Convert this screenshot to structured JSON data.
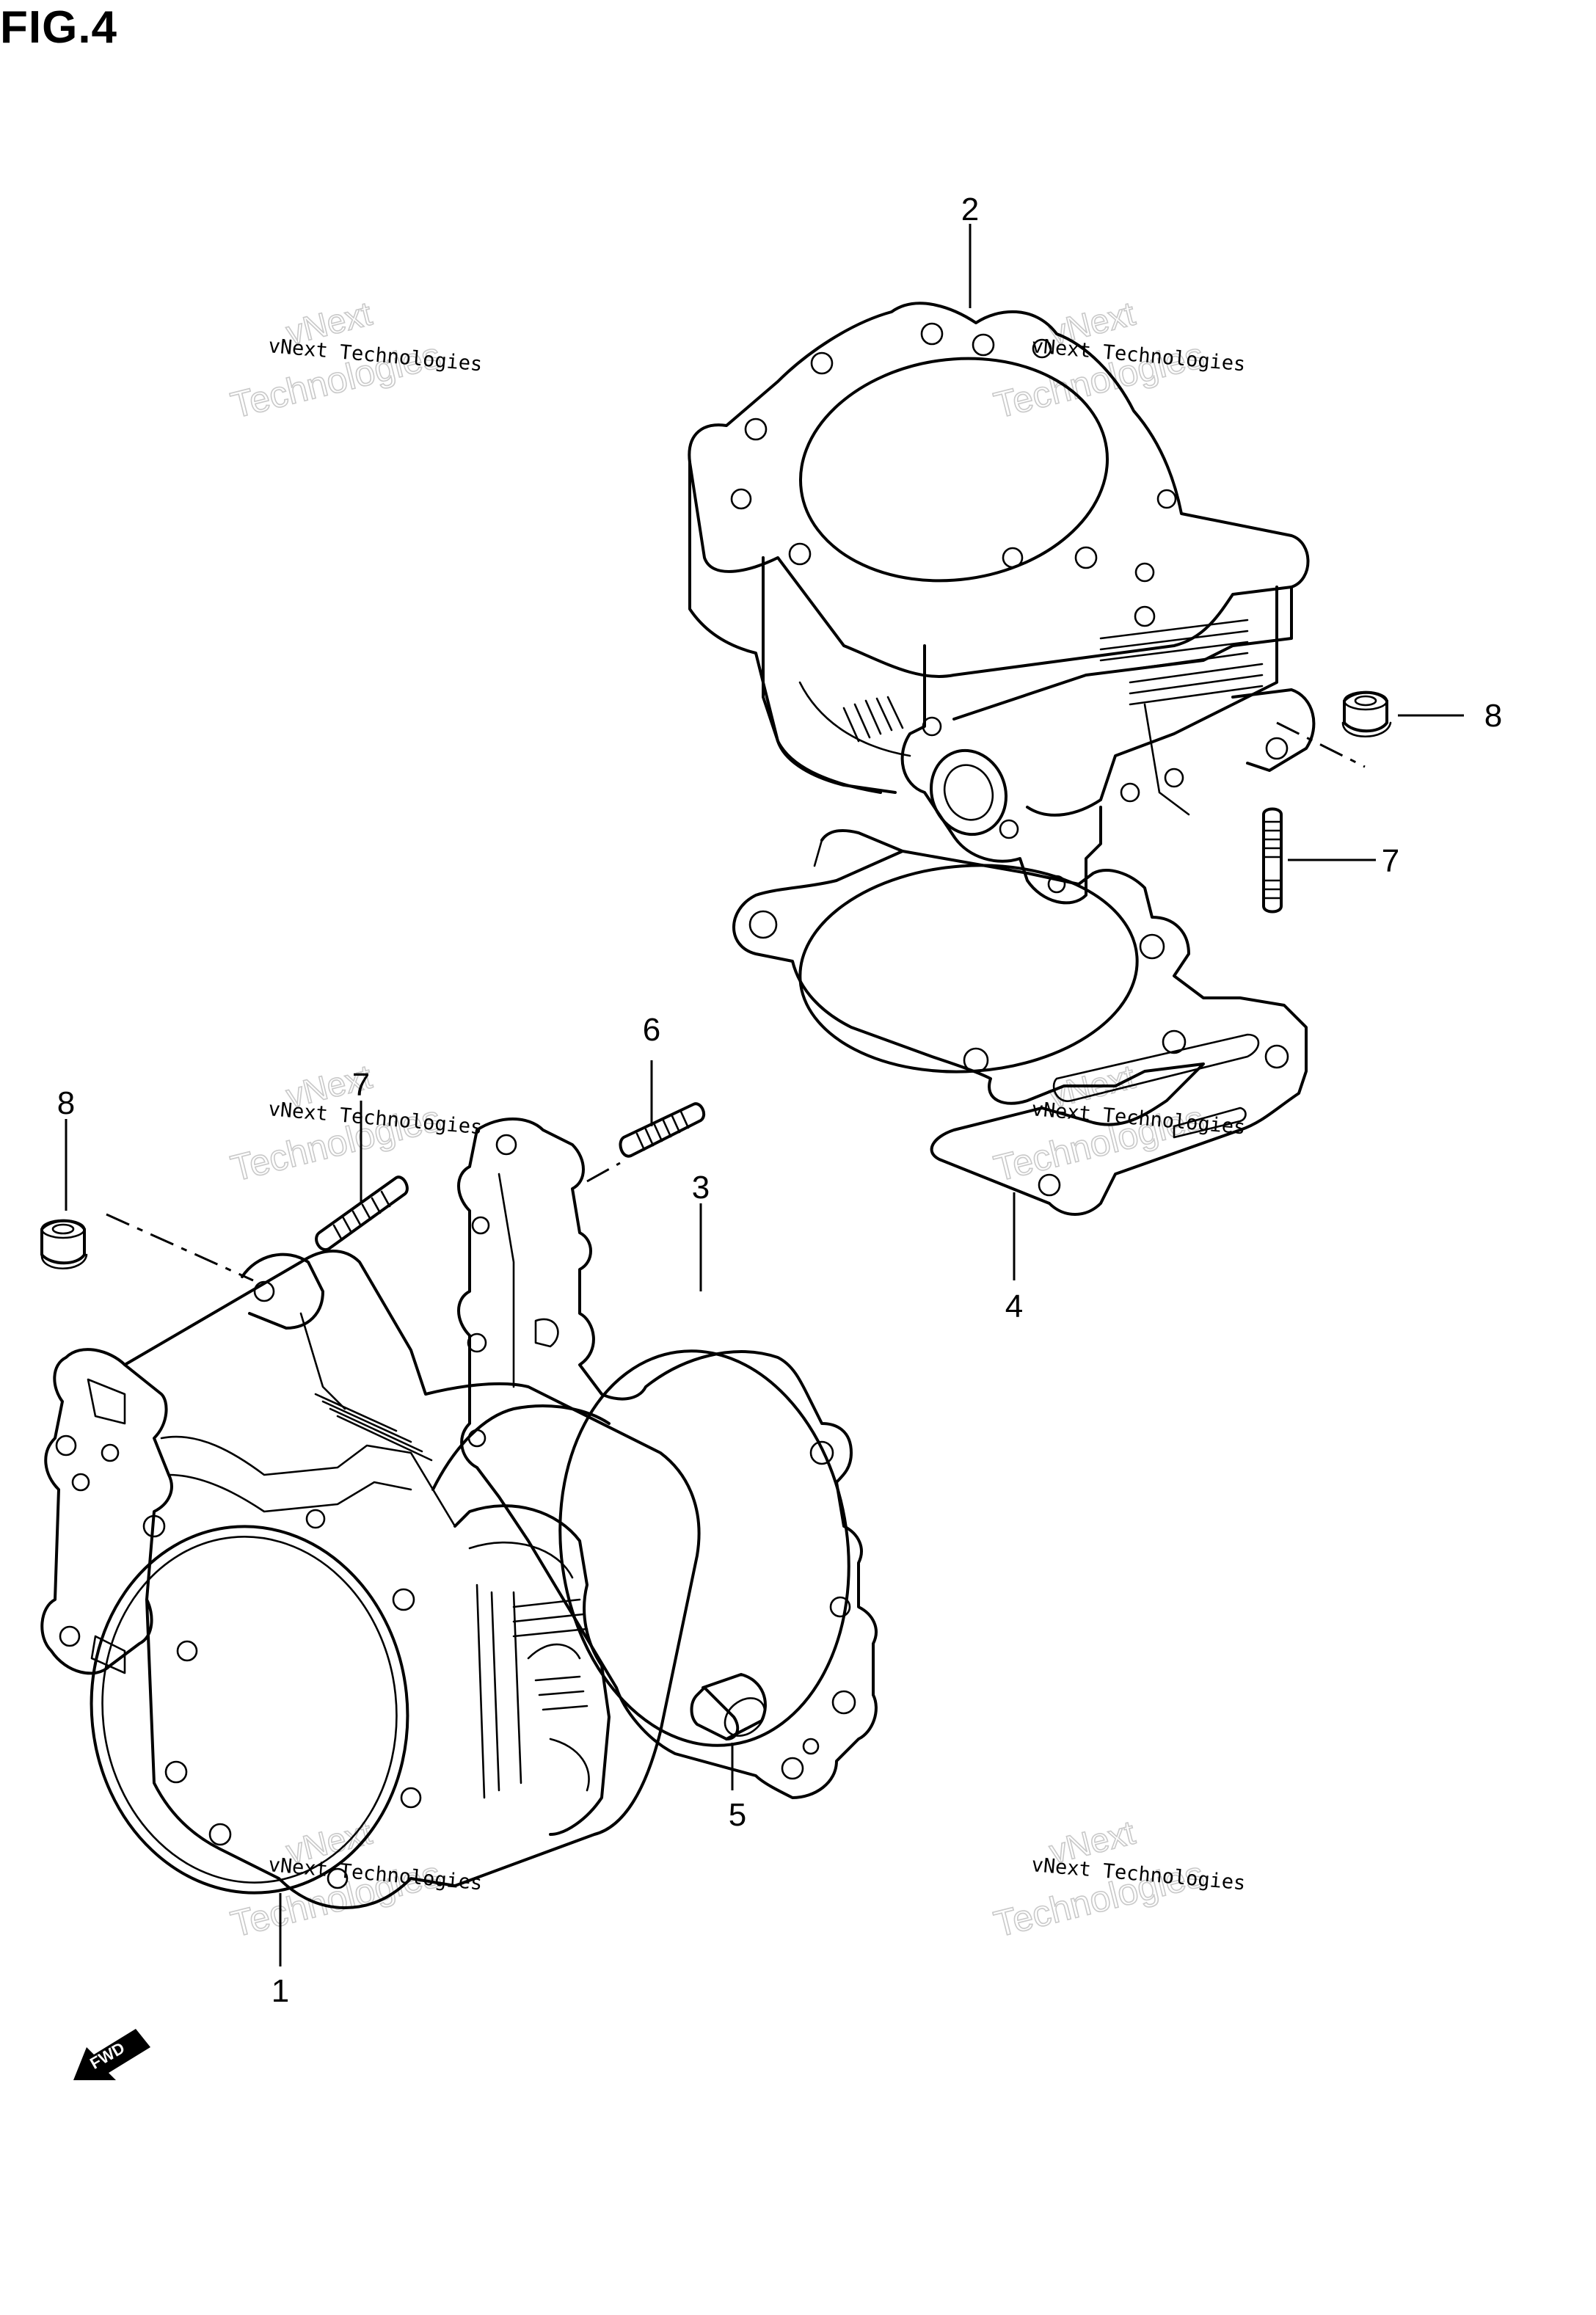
{
  "figure_title": "FIG.4",
  "callouts": [
    {
      "id": "c1",
      "label": "1"
    },
    {
      "id": "c2",
      "label": "2"
    },
    {
      "id": "c3",
      "label": "3"
    },
    {
      "id": "c4",
      "label": "4"
    },
    {
      "id": "c5",
      "label": "5"
    },
    {
      "id": "c6",
      "label": "6"
    },
    {
      "id": "c7a",
      "label": "7"
    },
    {
      "id": "c7b",
      "label": "7"
    },
    {
      "id": "c8a",
      "label": "8"
    },
    {
      "id": "c8b",
      "label": "8"
    }
  ],
  "watermark": {
    "line1": "vNext Technologies",
    "line2": "vNext",
    "line3": "Technologies"
  },
  "fwd_label": "FWD"
}
